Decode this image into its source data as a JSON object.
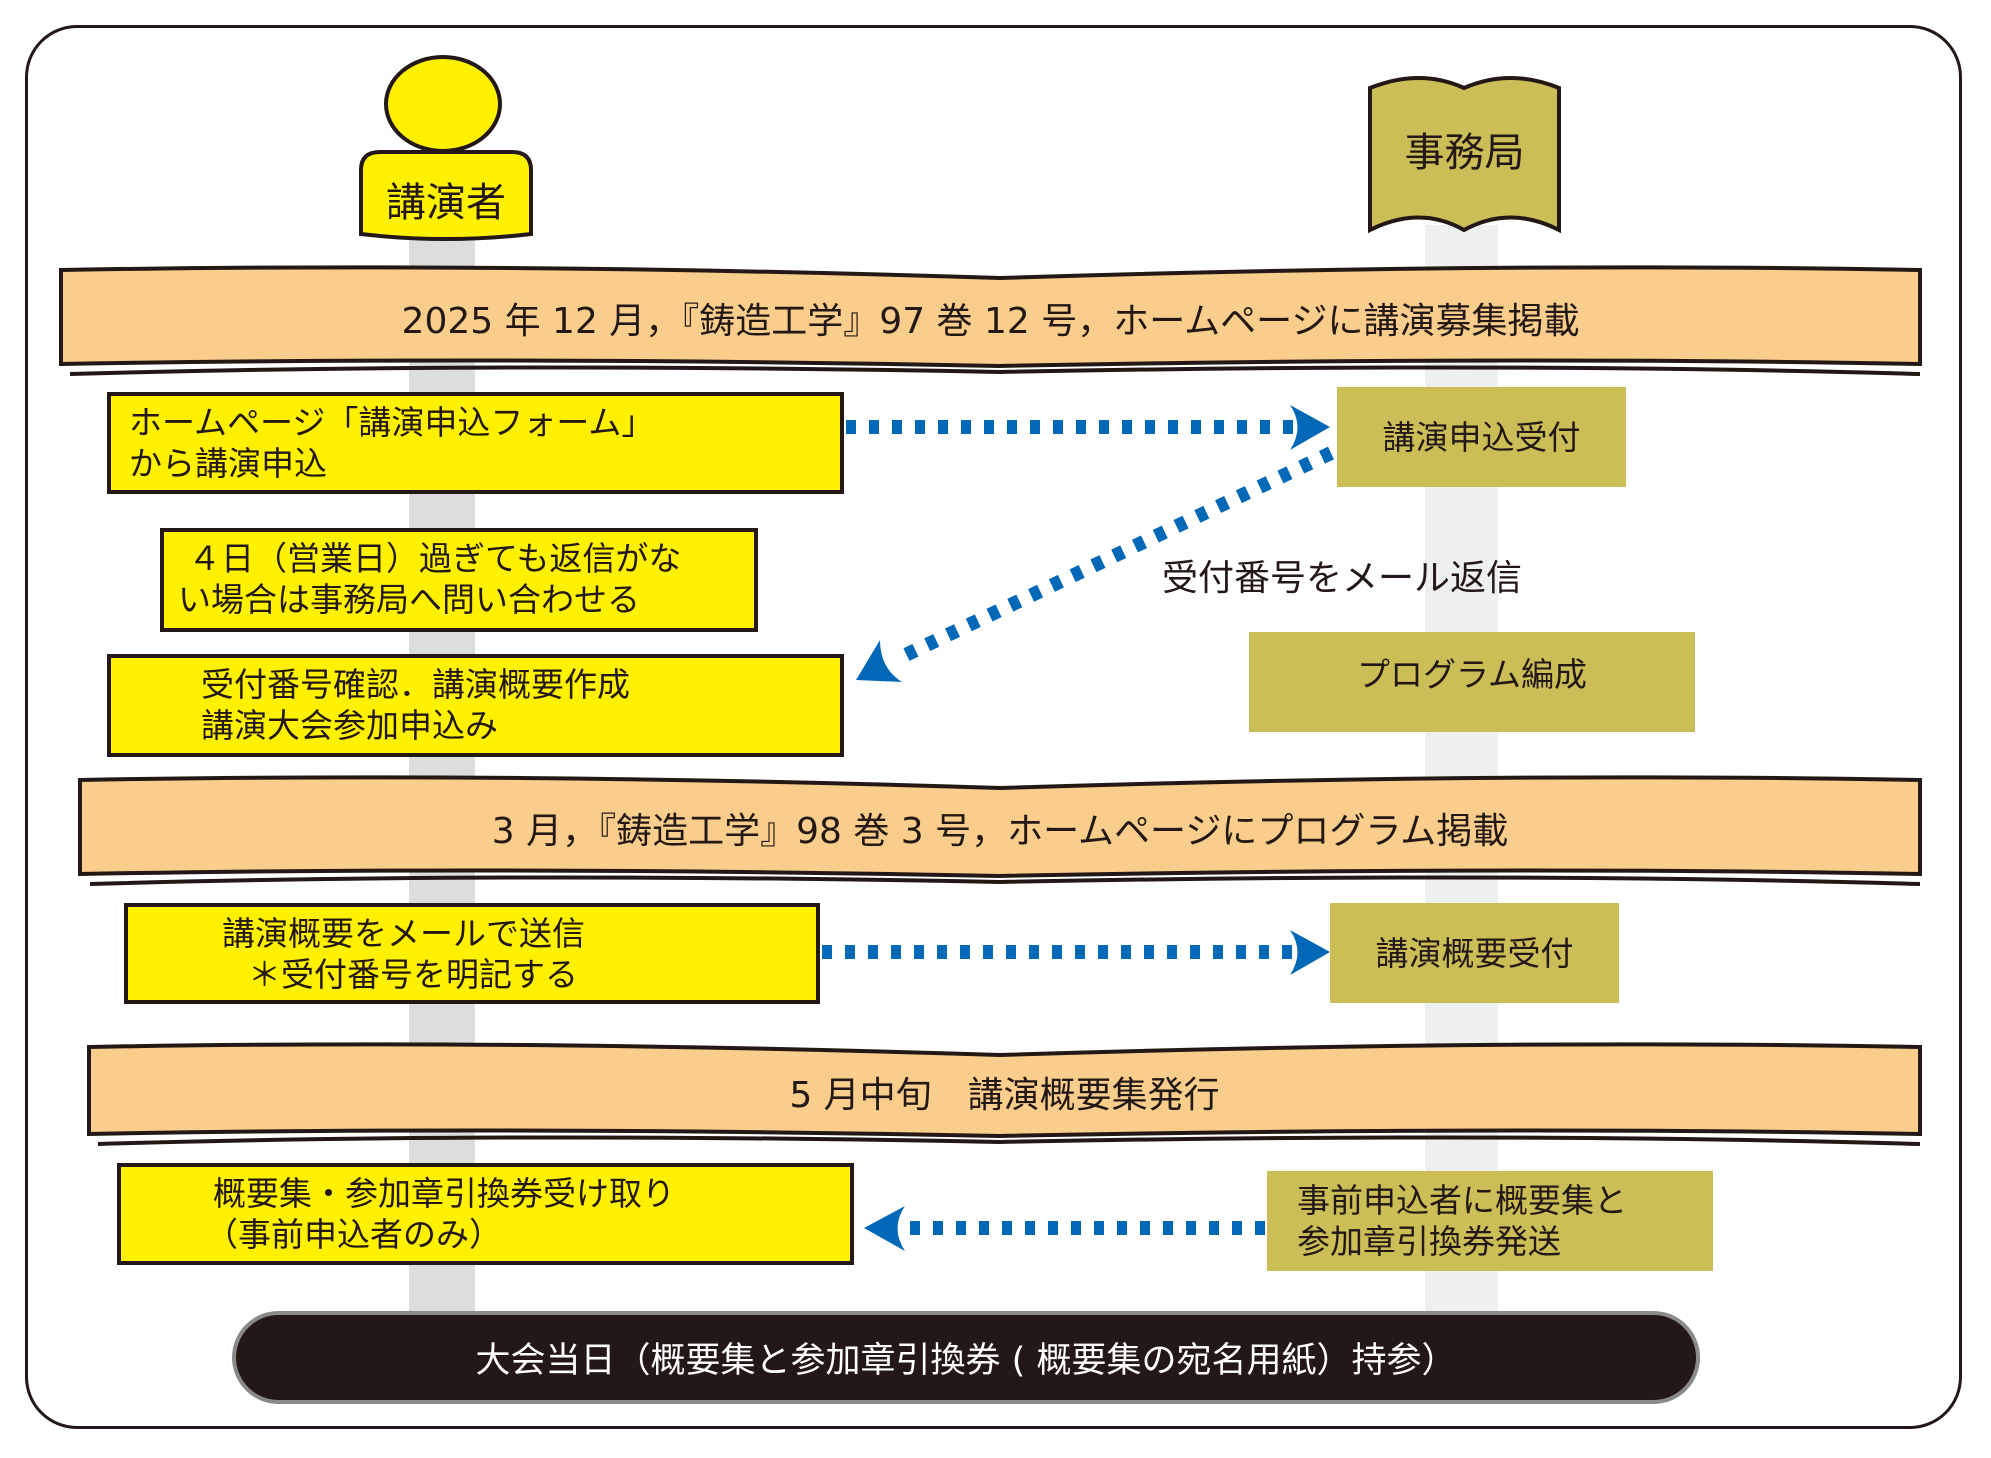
{
  "actors": {
    "speaker": "講演者",
    "secretariat": "事務局"
  },
  "banners": [
    "2025 年 12 月，『鋳造工学』97 巻 12 号，ホームページに講演募集掲載",
    "3 月，『鋳造工学』98 巻 3 号，ホームページにプログラム掲載",
    "5 月中旬　講演概要集発行"
  ],
  "speaker_steps": [
    {
      "line1": "ホームページ「講演申込フォーム」",
      "line2": "から講演申込"
    },
    {
      "line1": "４日（営業日）過ぎても返信がな",
      "line2": "い場合は事務局へ問い合わせる"
    },
    {
      "line1": "受付番号確認．講演概要作成",
      "line2": "講演大会参加申込み"
    },
    {
      "line1": "講演概要をメールで送信",
      "line2": "＊受付番号を明記する"
    },
    {
      "line1": "概要集・参加章引換券受け取り",
      "line2": "（事前申込者のみ）"
    }
  ],
  "secretariat_steps": [
    {
      "line1": "講演申込受付"
    },
    {
      "line1": "プログラム編成"
    },
    {
      "line1": "講演概要受付"
    },
    {
      "line1": "事前申込者に概要集と",
      "line2": "参加章引換券発送"
    }
  ],
  "arrow_labels": {
    "reply": "受付番号をメール返信"
  },
  "final_step": "大会当日（概要集と参加章引換券 ( 概要集の宛名用紙）持参）",
  "colors": {
    "speaker_fill": "#fff100",
    "secretariat_fill": "#cbbe56",
    "banner_fill": "#f9cd8c",
    "arrow": "#0068b7",
    "final_fill": "#231815"
  }
}
